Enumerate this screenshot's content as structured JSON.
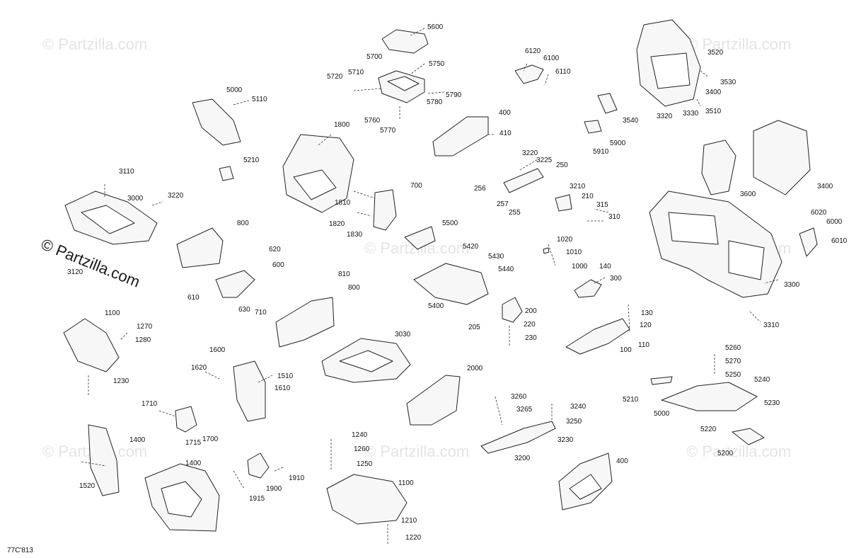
{
  "diagram": {
    "watermark_main": "© Partzilla.com",
    "watermark_faint": "© Partzilla.com",
    "reference_code": "77C'813",
    "callouts": [
      "5600",
      "5700",
      "5750",
      "5710",
      "5720",
      "5790",
      "5780",
      "5760",
      "5770",
      "6120",
      "6100",
      "6110",
      "3520",
      "3530",
      "3400",
      "3510",
      "3320",
      "3330",
      "3540",
      "5900",
      "5910",
      "5000",
      "5110",
      "5210",
      "1800",
      "400",
      "410",
      "3220",
      "3225",
      "250",
      "256",
      "257",
      "255",
      "3210",
      "210",
      "315",
      "310",
      "3110",
      "3000",
      "3220",
      "3120",
      "800",
      "620",
      "600",
      "610",
      "630",
      "710",
      "700",
      "1810",
      "1820",
      "1830",
      "5500",
      "5420",
      "5430",
      "5440",
      "5400",
      "3600",
      "3400",
      "6020",
      "6000",
      "6010",
      "1020",
      "1010",
      "1000",
      "140",
      "300",
      "3300",
      "3310",
      "810",
      "800",
      "3030",
      "200",
      "220",
      "205",
      "230",
      "130",
      "120",
      "110",
      "100",
      "1100",
      "1270",
      "1280",
      "1230",
      "1600",
      "1620",
      "1510",
      "1610",
      "2000",
      "5260",
      "5270",
      "5250",
      "5240",
      "5230",
      "5210",
      "5000",
      "5220",
      "5200",
      "3260",
      "3265",
      "3240",
      "3250",
      "3230",
      "3200",
      "1710",
      "1715",
      "1700",
      "1400",
      "1520",
      "1400",
      "1240",
      "1260",
      "1250",
      "1100",
      "1210",
      "1220",
      "1910",
      "1900",
      "1915",
      "400"
    ]
  }
}
